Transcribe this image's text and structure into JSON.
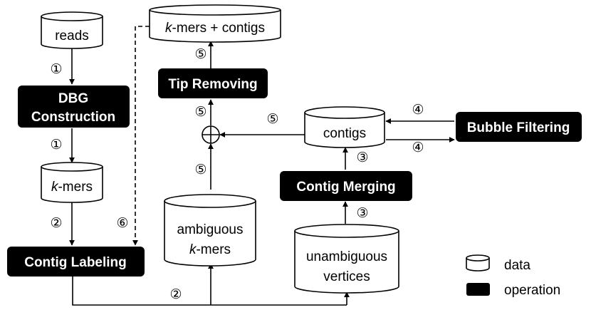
{
  "data_nodes": {
    "reads": "reads",
    "kmers_prefix": "k",
    "kmers_suffix": "-mers",
    "kmers_contigs_prefix": "k",
    "kmers_contigs_suffix": "-mers + contigs",
    "ambiguous_line1": "ambiguous",
    "ambiguous_kmers_prefix": "k",
    "ambiguous_kmers_suffix": "-mers",
    "contigs": "contigs",
    "unambiguous_line1": "unambiguous",
    "unambiguous_line2": "vertices"
  },
  "operations": {
    "dbg_line1": "DBG",
    "dbg_line2": "Construction",
    "contig_labeling": "Contig Labeling",
    "tip_removing": "Tip Removing",
    "contig_merging": "Contig Merging",
    "bubble_filtering": "Bubble Filtering"
  },
  "step_labels": {
    "s1": "①",
    "s2": "②",
    "s3": "③",
    "s4": "④",
    "s5": "⑤",
    "s6": "⑥"
  },
  "legend": {
    "data_label": "data",
    "operation_label": "operation"
  }
}
